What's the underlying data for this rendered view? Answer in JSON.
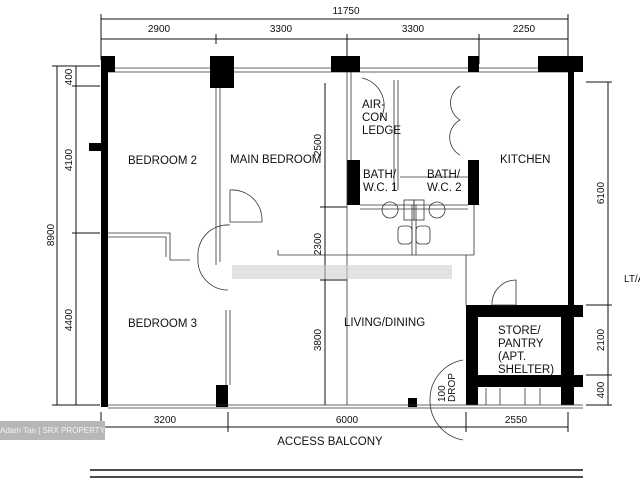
{
  "dimensions": {
    "overall_width": "11750",
    "top": [
      "2900",
      "3300",
      "3300",
      "2250"
    ],
    "bottom": [
      "3200",
      "6000",
      "2550"
    ],
    "left_total": "8900",
    "left": [
      "400",
      "4100",
      "4400"
    ],
    "inner": [
      "2500",
      "2300",
      "3800"
    ],
    "right": [
      "6100",
      "2100",
      "400"
    ]
  },
  "rooms": {
    "bedroom2": "BEDROOM 2",
    "main_bedroom": "MAIN BEDROOM",
    "aircon": [
      "AIR-",
      "CON",
      "LEDGE"
    ],
    "bath1": [
      "BATH/",
      "W.C.  1"
    ],
    "bath2": [
      "BATH/",
      "W.C.  2"
    ],
    "kitchen": "KITCHEN",
    "bedroom3": "BEDROOM 3",
    "living": "LIVING/DINING",
    "store": [
      "STORE/",
      "PANTRY",
      "(APT.",
      "SHELTER)"
    ],
    "drop": [
      "100",
      "DROP"
    ],
    "access_balcony": "ACCESS BALCONY"
  },
  "edge_text": "LT/A",
  "watermark": "Adam Tan | SRX PROPERTY"
}
